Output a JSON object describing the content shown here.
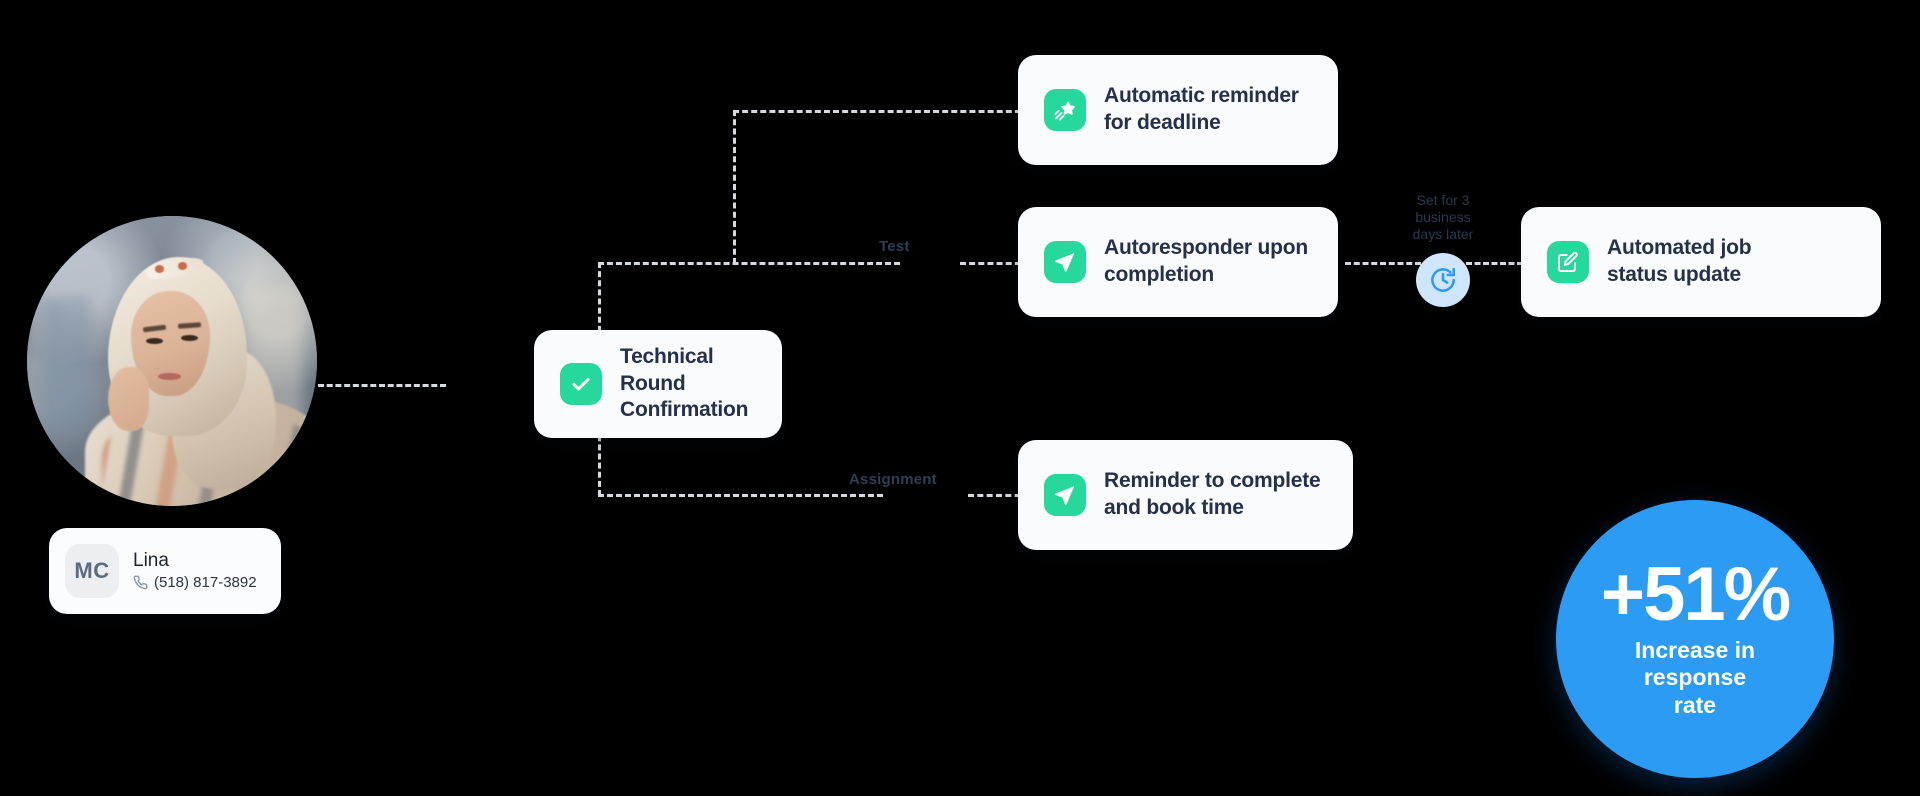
{
  "contact": {
    "avatar_initials": "MC",
    "name": "Lina",
    "phone": "(518) 817-3892",
    "phone_icon": "phone-icon",
    "photo_alt": "portrait-photo"
  },
  "flow": {
    "trigger_card": {
      "icon": "check-circle-icon",
      "title": "Technical Round\nConfirmation"
    },
    "branches": [
      {
        "label": "Test"
      },
      {
        "label": "Assignment"
      }
    ],
    "cards": [
      {
        "icon": "shooting-star-icon",
        "title": "Automatic reminder\nfor deadline"
      },
      {
        "icon": "send-icon",
        "title": "Autoresponder upon\ncompletion"
      },
      {
        "icon": "send-icon",
        "title": "Reminder to complete\nand book time"
      },
      {
        "icon": "edit-square-icon",
        "title": "Automated job\nstatus update"
      }
    ],
    "delay": {
      "icon": "clock-rotate-icon",
      "label": "Set for 3\nbusiness\ndays later"
    }
  },
  "stat": {
    "value": "+51%",
    "caption": "Increase in\nresponse\nrate"
  },
  "colors": {
    "accent_green": "#27d89a",
    "accent_blue": "#2b9bf4",
    "delay_bg": "#cfe5fb",
    "card_bg": "#fafbfc",
    "text_dark": "#25304a",
    "connector": "#d6d9de"
  }
}
